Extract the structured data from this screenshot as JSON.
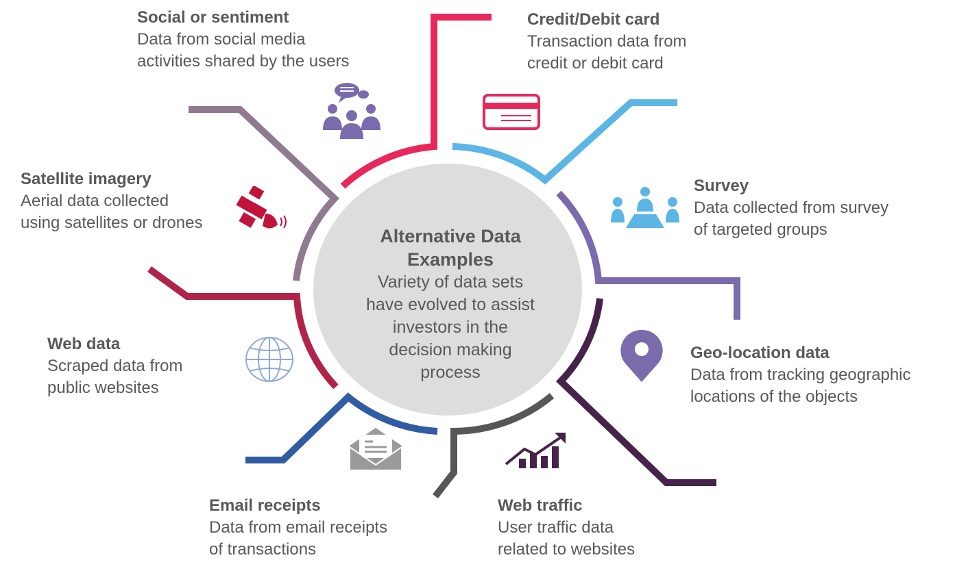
{
  "center": {
    "title": "Alternative Data Examples",
    "description": "Variety of data sets\nhave evolved to assist\ninvestors in the\ndecision making\nprocess"
  },
  "items": [
    {
      "title": "Social or sentiment",
      "description": "Data from social media\nactivities shared by the users",
      "icon": "people-chat-icon",
      "color": "#8f7a8f"
    },
    {
      "title": "Credit/Debit card",
      "description": "Transaction data from\ncredit or debit card",
      "icon": "credit-card-icon",
      "color": "#e8275a"
    },
    {
      "title": "Survey",
      "description": "Data collected from survey\nof targeted groups",
      "icon": "survey-group-icon",
      "color": "#5bb6e6"
    },
    {
      "title": "Geo-location data",
      "description": "Data from tracking geographic\nlocations of the objects",
      "icon": "map-pin-icon",
      "color": "#7b6aac"
    },
    {
      "title": "Web traffic",
      "description": "User traffic data\nrelated to websites",
      "icon": "trend-chart-icon",
      "color": "#46234a"
    },
    {
      "title": "Email receipts",
      "description": "Data from email receipts\nof transactions",
      "icon": "email-icon",
      "color": "#575757"
    },
    {
      "title": "Web data",
      "description": "Scraped data from\npublic websites",
      "icon": "globe-icon",
      "color": "#2f5ca3"
    },
    {
      "title": "Satellite imagery",
      "description": "Aerial data collected\nusing satellites or drones",
      "icon": "satellite-icon",
      "color": "#b0244a"
    }
  ]
}
